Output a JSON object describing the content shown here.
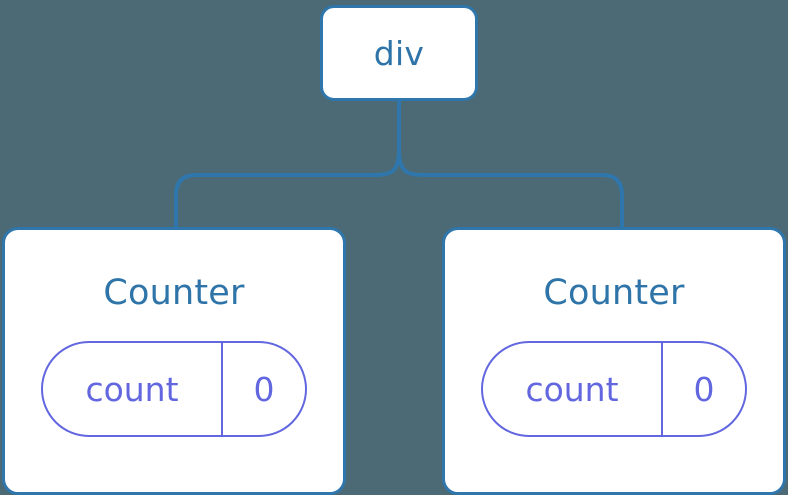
{
  "diagram": {
    "type": "component-tree",
    "background_color": "#4c6a75",
    "node_border_color": "#2e76ab",
    "node_text_color": "#2e74a8",
    "state_color": "#6267e0",
    "edge_color": "#2e76ab",
    "root": {
      "label": "div"
    },
    "children": [
      {
        "label": "Counter",
        "state": {
          "key": "count",
          "value": "0"
        }
      },
      {
        "label": "Counter",
        "state": {
          "key": "count",
          "value": "0"
        }
      }
    ]
  }
}
